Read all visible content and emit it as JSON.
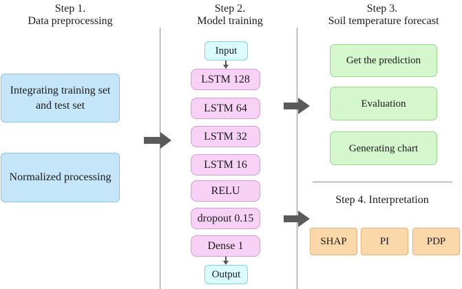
{
  "steps": {
    "step1": {
      "title": "Step 1.",
      "subtitle": "Data preprocessing"
    },
    "step2": {
      "title": "Step 2.",
      "subtitle": "Model training"
    },
    "step3": {
      "title": "Step 3.",
      "subtitle": "Soil temperature forecast"
    },
    "step4": {
      "title": "Step 4. Interpretation"
    }
  },
  "preprocessing": {
    "integrate_line1": "Integrating training set",
    "integrate_line2": "and test set",
    "normalize": "Normalized processing"
  },
  "model": {
    "input": "Input",
    "layers": [
      "LSTM 128",
      "LSTM 64",
      "LSTM 32",
      "LSTM 16",
      "RELU",
      "dropout 0.15",
      "Dense 1"
    ],
    "output": "Output"
  },
  "forecast": {
    "items": [
      "Get the prediction",
      "Evaluation",
      "Generating chart"
    ]
  },
  "interpretation": {
    "items": [
      "SHAP",
      "PI",
      "PDP"
    ]
  },
  "colors": {
    "preprocess_fill": "#c5e6f8",
    "layer_fill": "#f7d2f6",
    "io_fill": "#dafcff",
    "forecast_fill": "#d5f7cd",
    "interpret_fill": "#fbd8aa",
    "arrow": "#555555",
    "divider": "#8a8a8a"
  }
}
